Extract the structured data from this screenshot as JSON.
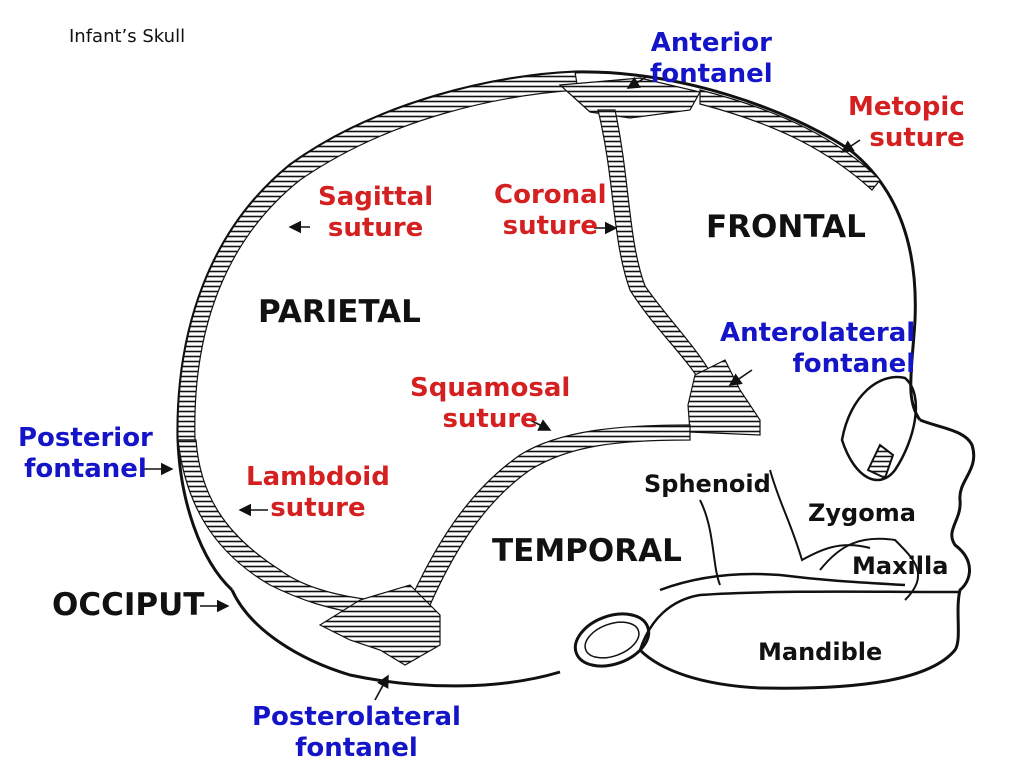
{
  "title": "Infant’s Skull",
  "bones": {
    "frontal": "FRONTAL",
    "parietal": "PARIETAL",
    "temporal": "TEMPORAL",
    "occiput": "OCCIPUT",
    "sphenoid": "Sphenoid",
    "zygoma": "Zygoma",
    "maxilla": "Maxilla",
    "mandible": "Mandible"
  },
  "sutures": {
    "sagittal": [
      "Sagittal",
      "suture"
    ],
    "coronal": [
      "Coronal",
      "suture"
    ],
    "metopic": [
      "Metopic",
      "suture"
    ],
    "squamosal": [
      "Squamosal",
      "suture"
    ],
    "lambdoid": [
      "Lambdoid",
      "suture"
    ]
  },
  "fontanels": {
    "anterior": [
      "Anterior",
      "fontanel"
    ],
    "anterolateral": [
      "Anterolateral",
      "fontanel"
    ],
    "posterior": [
      "Posterior",
      "fontanel"
    ],
    "posterolateral": [
      "Posterolateral",
      "fontanel"
    ]
  },
  "colors": {
    "suture_label": "#d42020",
    "fontanel_label": "#1414c8",
    "outline": "#111111"
  }
}
